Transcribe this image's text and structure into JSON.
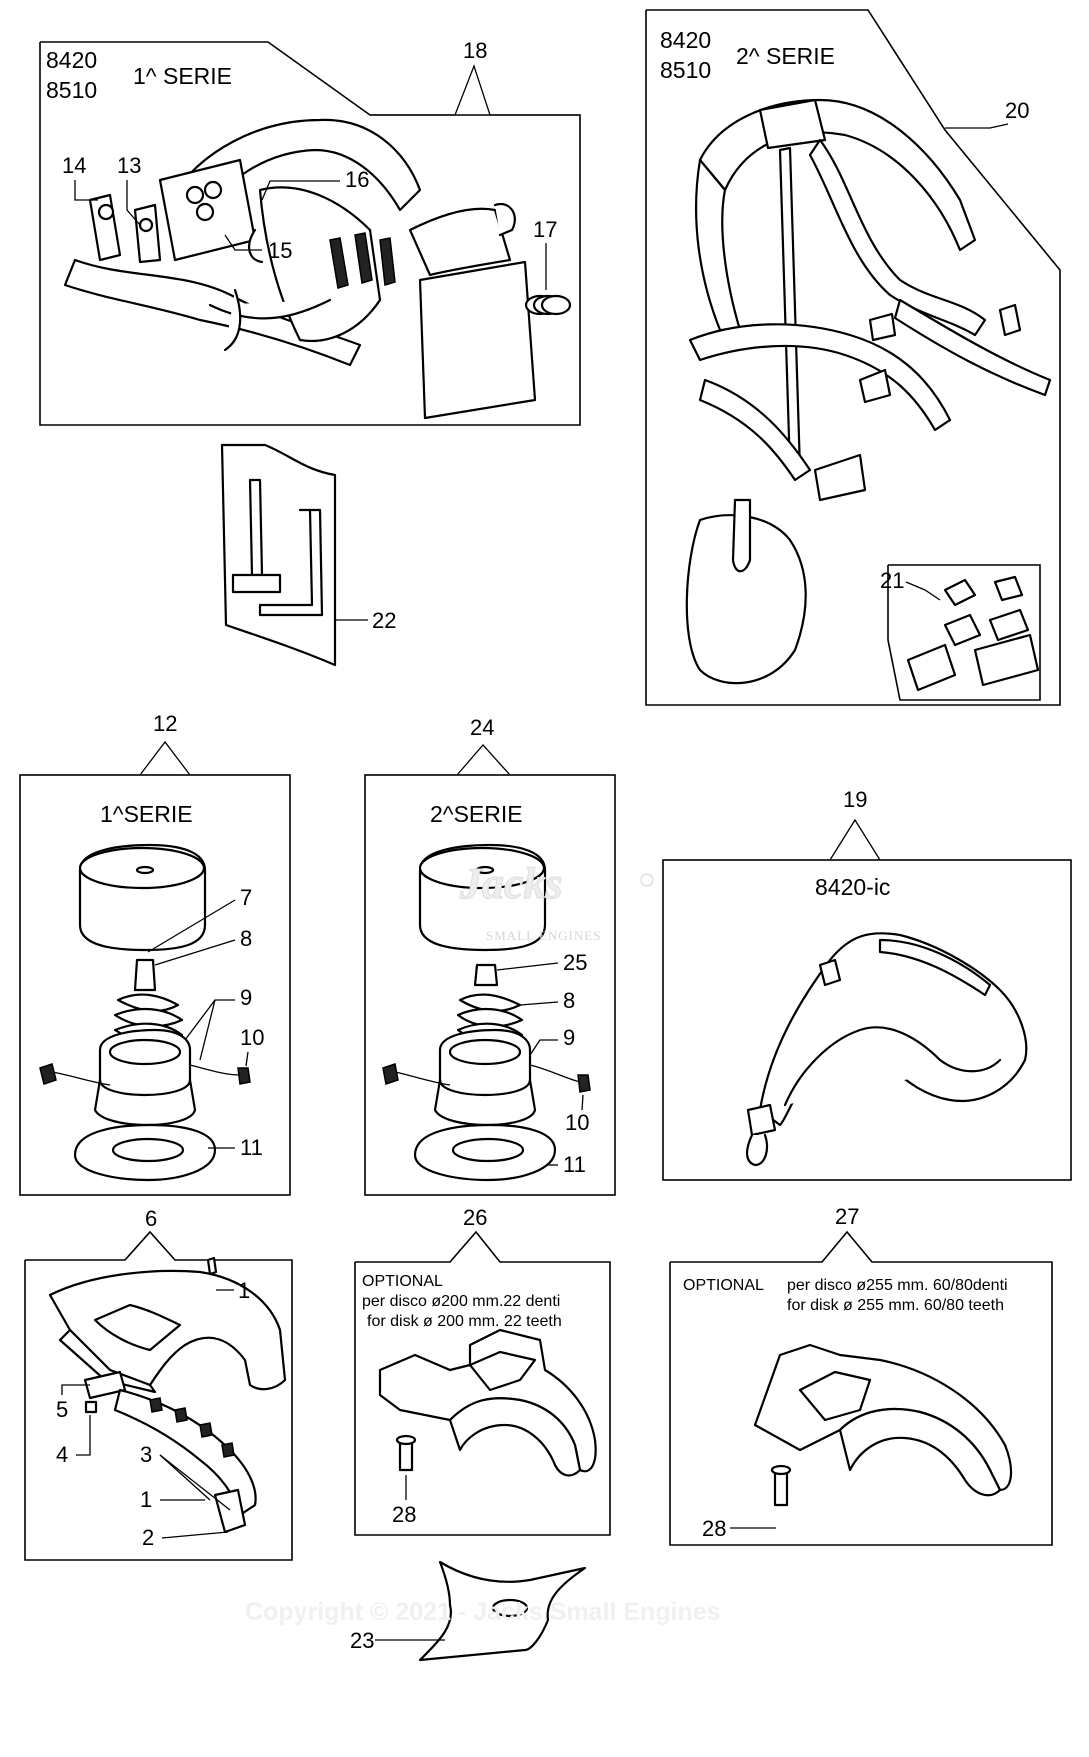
{
  "top_left_panel": {
    "model_a": "8420",
    "model_b": "8510",
    "series": "1^ SERIE",
    "callout_18": "18",
    "callout_14": "14",
    "callout_13": "13",
    "callout_16": "16",
    "callout_15": "15",
    "callout_17": "17"
  },
  "top_right_panel": {
    "model_a": "8420",
    "model_b": "8510",
    "series": "2^ SERIE",
    "callout_20": "20",
    "callout_21": "21"
  },
  "tool_callout_22": "22",
  "head_1": {
    "callout_12": "12",
    "series": "1^SERIE",
    "callout_7": "7",
    "callout_8": "8",
    "callout_9": "9",
    "callout_10": "10",
    "callout_11": "11"
  },
  "head_2": {
    "callout_24": "24",
    "series": "2^SERIE",
    "callout_25": "25",
    "callout_8": "8",
    "callout_9": "9",
    "callout_10": "10",
    "callout_11": "11"
  },
  "strap_panel": {
    "callout_19": "19",
    "model": "8420-ic"
  },
  "guard_panel": {
    "callout_6": "6",
    "callout_1a": "1",
    "callout_5": "5",
    "callout_4": "4",
    "callout_3": "3",
    "callout_1b": "1",
    "callout_2": "2"
  },
  "optional_200": {
    "callout_26": "26",
    "optional": "OPTIONAL",
    "line_it": "per disco ø200 mm.22 denti",
    "line_en": "for disk ø 200 mm.  22 teeth",
    "callout_28": "28"
  },
  "optional_255": {
    "callout_27": "27",
    "optional": "OPTIONAL",
    "line_it": "per disco ø255 mm. 60/80denti",
    "line_en": "for disk ø 255 mm.   60/80 teeth",
    "callout_28": "28"
  },
  "blade_callout_23": "23",
  "watermark": {
    "logo_word": "Jacks",
    "logo_sub": "SMALL ENGINES",
    "copyright": "Copyright © 2021 - Jacks Small Engines"
  }
}
